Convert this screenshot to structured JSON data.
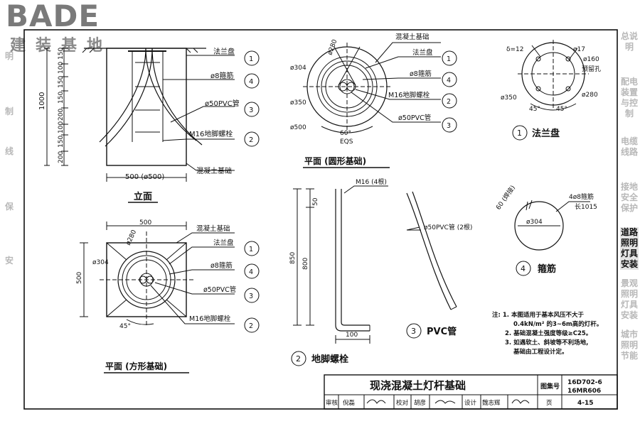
{
  "logo": {
    "brand": "BADE",
    "subtitle": "建装基地"
  },
  "side_tabs": [
    {
      "label": "总说明",
      "active": false
    },
    {
      "label": "配电装置与控制",
      "active": false
    },
    {
      "label": "电缆线路",
      "active": false
    },
    {
      "label": "接地安全保护",
      "active": false
    },
    {
      "label": "道路照明灯具安装",
      "active": true
    },
    {
      "label": "景观照明灯具安装",
      "active": false
    },
    {
      "label": "城市照明节能",
      "active": false
    }
  ],
  "left_tabs": [
    {
      "label": "明"
    },
    {
      "label": "制"
    },
    {
      "label": "线"
    },
    {
      "label": "保"
    },
    {
      "label": "安"
    }
  ],
  "elevation": {
    "title": "立面",
    "dim_total": "1000",
    "dims": [
      "150",
      "100",
      "150",
      "150",
      "200",
      "100",
      "150",
      "200"
    ],
    "width_label": "500 (ø500)"
  },
  "callouts": {
    "flange": "法兰盘",
    "rebar": "ø8箍筋",
    "pvc": "ø50PVC管",
    "bolt": "M16地脚螺栓",
    "concrete": "混凝土基础"
  },
  "numbers": {
    "n1": "1",
    "n2": "2",
    "n3": "3",
    "n4": "4"
  },
  "round_plan": {
    "title": "平面 (圆形基础)",
    "d280": "ø280",
    "d304": "ø304",
    "d350": "ø350",
    "d500": "ø500",
    "angle": "60°",
    "eqs": "EQS"
  },
  "square_plan": {
    "title": "平面 (方形基础)",
    "w500": "500",
    "h500": "500",
    "d280": "ø280",
    "d304": "ø304",
    "angle": "45°"
  },
  "flange_detail": {
    "title": "法兰盘",
    "thick": "δ=12",
    "hole": "ø17",
    "d160": "ø160",
    "reserve": "预留孔",
    "d280": "ø280",
    "d350": "ø350",
    "a1": "45°",
    "a2": "45°"
  },
  "bolt_detail": {
    "title": "地脚螺栓",
    "spec": "M16 (4根)",
    "d50": "50",
    "d850": "850",
    "d800": "800",
    "d100": "100"
  },
  "pvc_detail": {
    "title": "PVC管",
    "spec": "ø50PVC管 (2根)"
  },
  "stirrup_detail": {
    "title": "箍筋",
    "weld": "60 (焊接)",
    "spec1": "4ø8箍筋",
    "spec2": "长1015",
    "d304": "ø304"
  },
  "notes": [
    "注: 1. 本图适用于基本风压不大于",
    "0.4kN/m² 的3~6m高的灯杆。",
    "2. 基础混凝土强度等级≥C25。",
    "3. 如遇软土、斜坡等不利场地,",
    "基础由工程设计定。"
  ],
  "title_block": {
    "title": "现浇混凝土灯杆基础",
    "atlas_label": "图集号",
    "atlas_no1": "16D702-6",
    "atlas_no2": "16MR606",
    "review": "审核",
    "reviewer": "倪磊",
    "check": "校对",
    "checker": "胡彦",
    "design": "设计",
    "designer": "魏志辉",
    "page_label": "页",
    "page_no": "4-15"
  }
}
